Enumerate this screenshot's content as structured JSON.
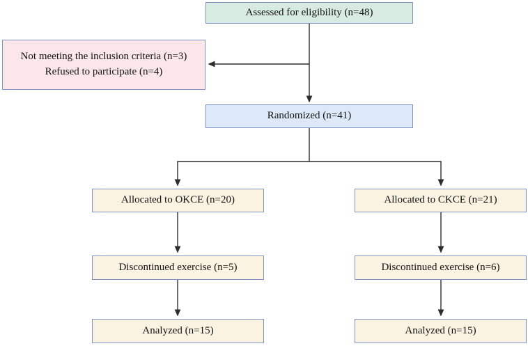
{
  "flow": {
    "assessed": {
      "label": "Assessed for eligibility (n=48)",
      "fill": "#d8ebe0"
    },
    "excluded": {
      "lines": [
        "Not meeting the inclusion criteria (n=3)",
        "Refused to participate (n=4)"
      ],
      "fill": "#fbe7ea"
    },
    "randomized": {
      "label": "Randomized (n=41)",
      "fill": "#dde9f8"
    },
    "allocated_okce": {
      "label": "Allocated to OKCE (n=20)",
      "fill": "#faf3e1"
    },
    "allocated_ckce": {
      "label": "Allocated to CKCE (n=21)",
      "fill": "#faf3e1"
    },
    "discontinued_okce": {
      "label": "Discontinued exercise (n=5)",
      "fill": "#faf3e1"
    },
    "discontinued_ckce": {
      "label": "Discontinued exercise (n=6)",
      "fill": "#faf3e1"
    },
    "analyzed_okce": {
      "label": "Analyzed (n=15)",
      "fill": "#faf3e1"
    },
    "analyzed_ckce": {
      "label": "Analyzed (n=15)",
      "fill": "#faf3e1"
    }
  },
  "colors": {
    "box_border": "#7f92c8",
    "arrow_line": "#2d2d2d",
    "text": "#111111",
    "background": "#ffffff"
  }
}
